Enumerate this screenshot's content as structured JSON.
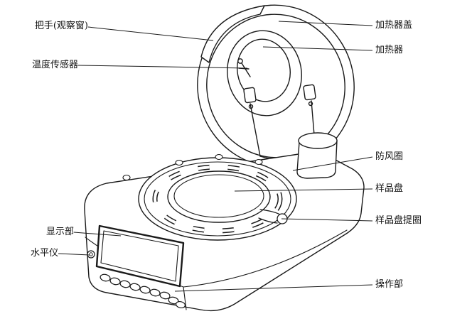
{
  "figure": {
    "background_color": "#ffffff",
    "line_color": "#1a1a1a"
  },
  "labels": {
    "handle": "把手(观察窗)",
    "heater_cover": "加热器盖",
    "heater": "加热器",
    "temp_sensor": "温度传感器",
    "windshield": "防风圈",
    "sample_pan": "样品盘",
    "pan_lifter": "样品盘提圈",
    "display": "显示部",
    "level": "水平仪",
    "operation": "操作部"
  }
}
